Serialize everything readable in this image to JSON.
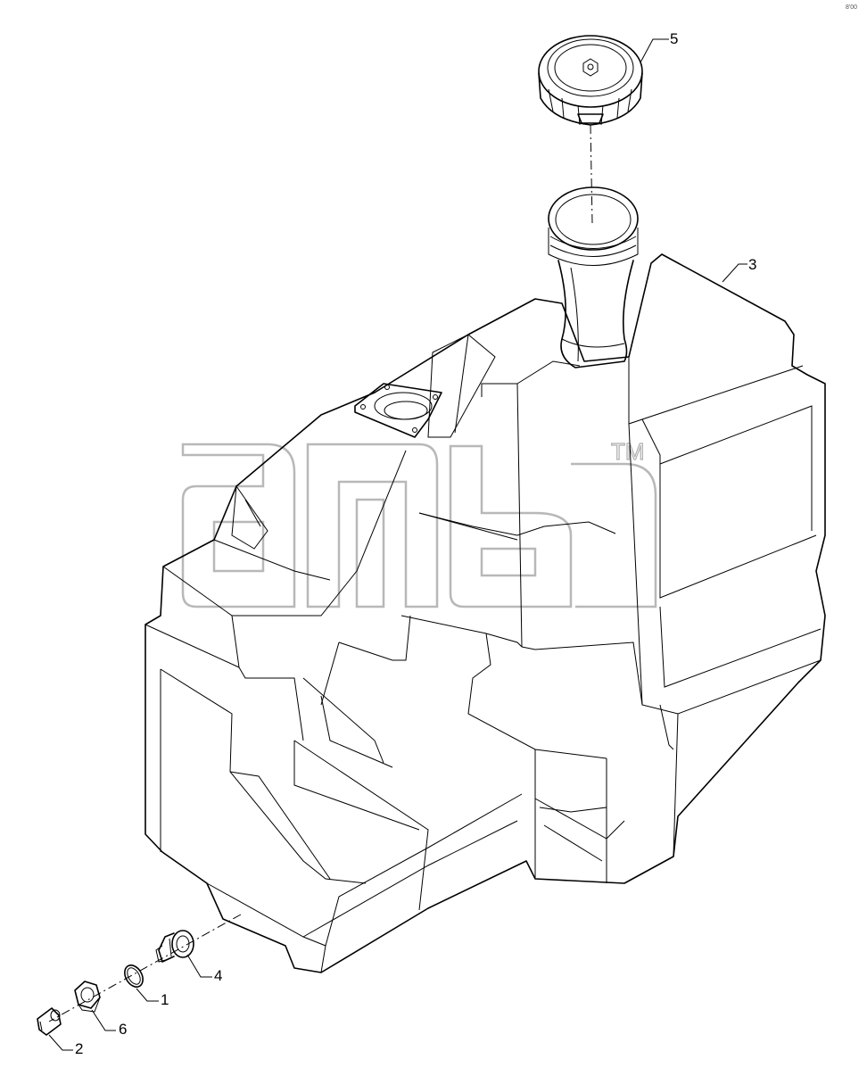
{
  "diagram": {
    "callouts": [
      {
        "id": "1",
        "label": "1"
      },
      {
        "id": "2",
        "label": "2"
      },
      {
        "id": "3",
        "label": "3"
      },
      {
        "id": "4",
        "label": "4"
      },
      {
        "id": "5",
        "label": "5"
      },
      {
        "id": "6",
        "label": "6"
      }
    ],
    "watermark": {
      "text": "adb",
      "trademark": "TM"
    },
    "corner_mark": "8'00"
  },
  "colors": {
    "line": "#000000",
    "watermark": "#b8b8b8",
    "background": "#ffffff"
  }
}
